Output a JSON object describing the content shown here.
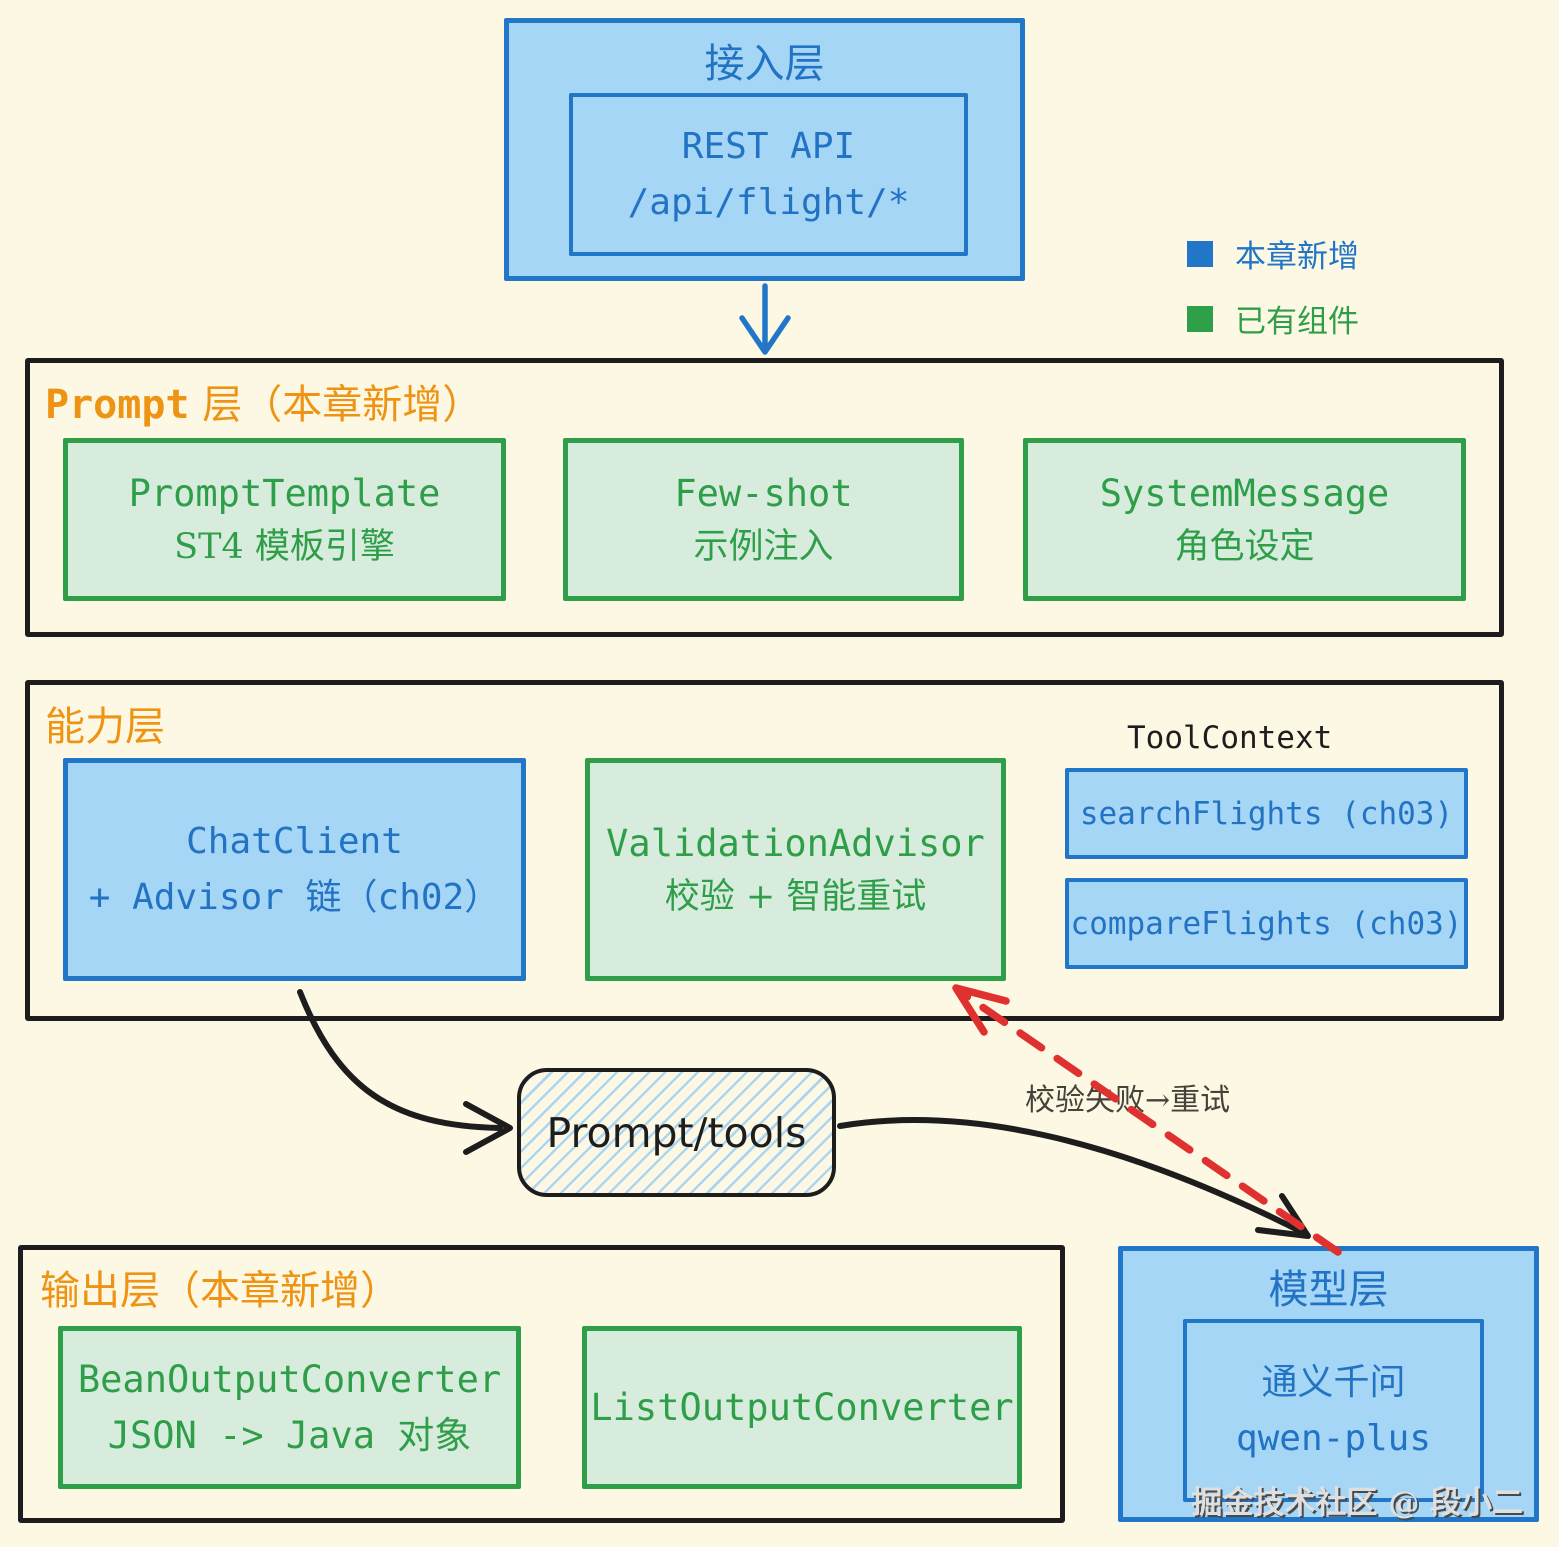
{
  "palette": {
    "background": "#FDF8E3",
    "blue_fill": "#A6D6F6",
    "blue_border": "#2176C7",
    "green_fill": "#D8ECDE",
    "green_border": "#2F9E49",
    "orange_title": "#EE9414",
    "black_line": "#1d1d1d",
    "red_arrow": "#E03131"
  },
  "access_layer": {
    "title": "接入层",
    "api_line1": "REST API",
    "api_line2": "/api/flight/*"
  },
  "legend": {
    "new_label": "本章新增",
    "existing_label": "已有组件"
  },
  "prompt_layer": {
    "title_code": "Prompt",
    "title_zh": "层（本章新增）",
    "boxes": [
      {
        "line1": "PromptTemplate",
        "line2": "ST4 模板引擎"
      },
      {
        "line1": "Few-shot",
        "line2": "示例注入"
      },
      {
        "line1": "SystemMessage",
        "line2": "角色设定"
      }
    ]
  },
  "capability_layer": {
    "title": "能力层",
    "chat_client": {
      "line1": "ChatClient",
      "line2": "+ Advisor 链（ch02）"
    },
    "validation": {
      "line1": "ValidationAdvisor",
      "line2": "校验 + 智能重试"
    },
    "tool_context": {
      "label": "ToolContext",
      "tools": [
        "searchFlights (ch03)",
        "compareFlights (ch03)"
      ]
    }
  },
  "prompt_tools": {
    "label": "Prompt/tools"
  },
  "retry_label": "校验失败→重试",
  "output_layer": {
    "title": "输出层（本章新增）",
    "boxes": [
      {
        "line1": "BeanOutputConverter",
        "line2": "JSON -> Java 对象"
      },
      {
        "line1": "ListOutputConverter",
        "line2": ""
      }
    ]
  },
  "model_layer": {
    "title": "模型层",
    "model_line1": "通义千问",
    "model_line2": "qwen-plus"
  },
  "watermark": "掘金技术社区 @ 段小二"
}
